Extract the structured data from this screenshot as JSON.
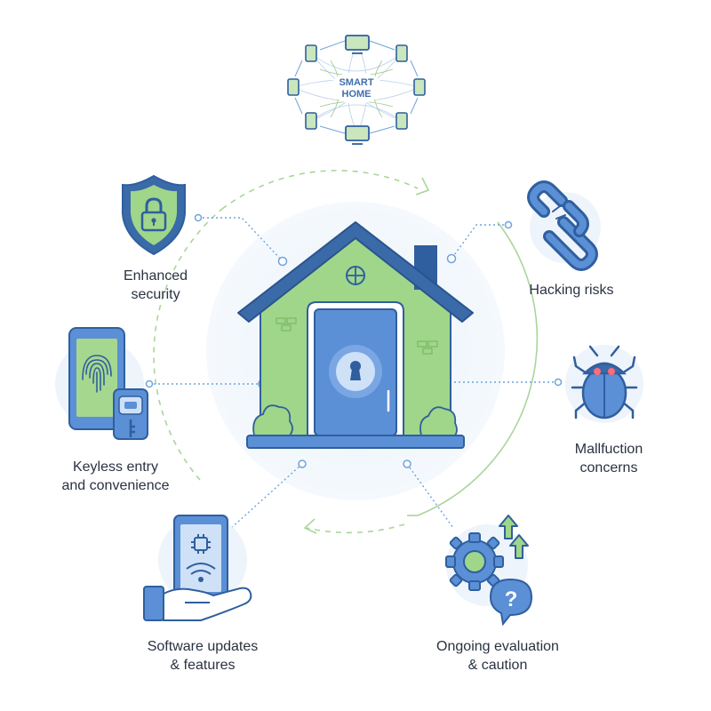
{
  "hub": {
    "line1": "SMART",
    "line2": "HOME"
  },
  "features": {
    "security": {
      "line1": "Enhanced",
      "line2": "security"
    },
    "keyless": {
      "line1": "Keyless entry",
      "line2": "and convenience"
    },
    "software": {
      "line1": "Software updates",
      "line2": "& features"
    },
    "hacking": {
      "line1": "Hacking risks"
    },
    "malfunction": {
      "line1": "Mallfuction",
      "line2": "concerns"
    },
    "evaluation": {
      "line1": "Ongoing evaluation",
      "line2": "& caution"
    }
  },
  "colors": {
    "navy": "#2f5f9e",
    "blue": "#5b8fd6",
    "light_blue": "#cfe0f7",
    "green": "#8cc97a",
    "light_green": "#dcefd3",
    "text": "#2a3242",
    "dotted_line": "#6fa3dc"
  }
}
